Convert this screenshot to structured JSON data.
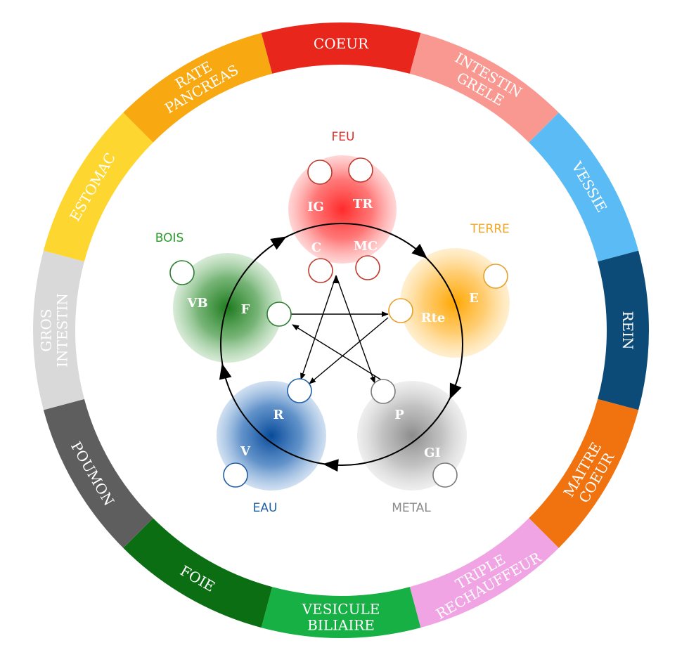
{
  "ring": [
    {
      "lines": [
        "COEUR"
      ],
      "color": "#e8261c"
    },
    {
      "lines": [
        "INTESTIN",
        "GRELE"
      ],
      "color": "#f89891"
    },
    {
      "lines": [
        "VESSIE"
      ],
      "color": "#5bbcf5"
    },
    {
      "lines": [
        "REIN"
      ],
      "color": "#0c4a78"
    },
    {
      "lines": [
        "MAITRE",
        "COEUR"
      ],
      "color": "#f0730f"
    },
    {
      "lines": [
        "TRIPLE",
        "RECHAUFFEUR"
      ],
      "color": "#f0a4e3"
    },
    {
      "lines": [
        "VESICULE",
        "BILIAIRE"
      ],
      "color": "#17b044"
    },
    {
      "lines": [
        "FOIE"
      ],
      "color": "#0b6e13"
    },
    {
      "lines": [
        "POUMON"
      ],
      "color": "#5e5e5e"
    },
    {
      "lines": [
        "GROS",
        "INTESTIN"
      ],
      "color": "#d9d9d9"
    },
    {
      "lines": [
        "ESTOMAC"
      ],
      "color": "#fdd62f"
    },
    {
      "lines": [
        "RATE",
        "PANCREAS"
      ],
      "color": "#f8a811"
    }
  ],
  "elements": {
    "feu": {
      "name": "FEU",
      "color": "#e02f2a",
      "fill": "#ff3c3c",
      "small": "#c0392b",
      "organs": [
        "IG",
        "TR",
        "C",
        "MC"
      ]
    },
    "terre": {
      "name": "TERRE",
      "color": "#f5a623",
      "fill": "#ffb51f",
      "small": "#e6a02a",
      "organs": [
        "E",
        "Rte"
      ]
    },
    "metal": {
      "name": "METAL",
      "color": "#8a8a8a",
      "fill": "#a6a6a6",
      "small": "#7a7a7a",
      "organs": [
        "P",
        "GI"
      ]
    },
    "eau": {
      "name": "EAU",
      "color": "#1f5fa5",
      "fill": "#0d55a8",
      "small": "#1f5fa5",
      "organs": [
        "R",
        "V"
      ]
    },
    "bois": {
      "name": "BOIS",
      "color": "#2e9a2e",
      "fill": "#2c8a2c",
      "small": "#2e7d32",
      "organs": [
        "VB",
        "F"
      ]
    }
  }
}
